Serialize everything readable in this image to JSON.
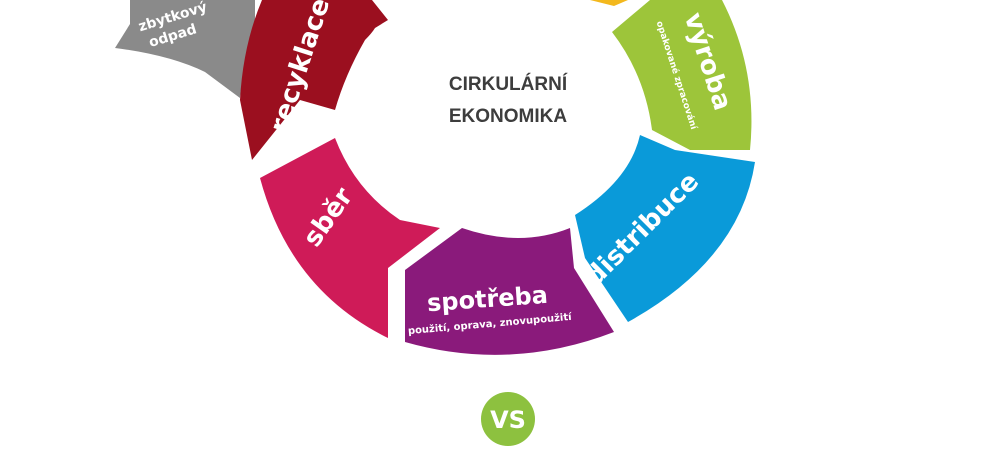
{
  "center": {
    "line1": "CIRKULÁRNÍ",
    "line2": "EKONOMIKA"
  },
  "segments": [
    {
      "id": "vyroba",
      "label": "výroba",
      "sub": "opakované zpracování",
      "color": "#9dc53a"
    },
    {
      "id": "distribuce",
      "label": "distribuce",
      "sub": "",
      "color": "#0a9ad9"
    },
    {
      "id": "spotreba",
      "label": "spotřeba",
      "sub": "použití, oprava, znovupoužití",
      "color": "#8a1a7b"
    },
    {
      "id": "sber",
      "label": "sběr",
      "sub": "",
      "color": "#cf1b58"
    },
    {
      "id": "recyklace",
      "label": "recyklace",
      "sub": "",
      "color": "#9b0f1f"
    }
  ],
  "waste": {
    "line1": "zbytkový",
    "line2": "odpad",
    "color": "#8a8a8a"
  },
  "top_accent_color": "#f3b81d",
  "vs": {
    "label": "VS",
    "color": "#8dc13f"
  }
}
